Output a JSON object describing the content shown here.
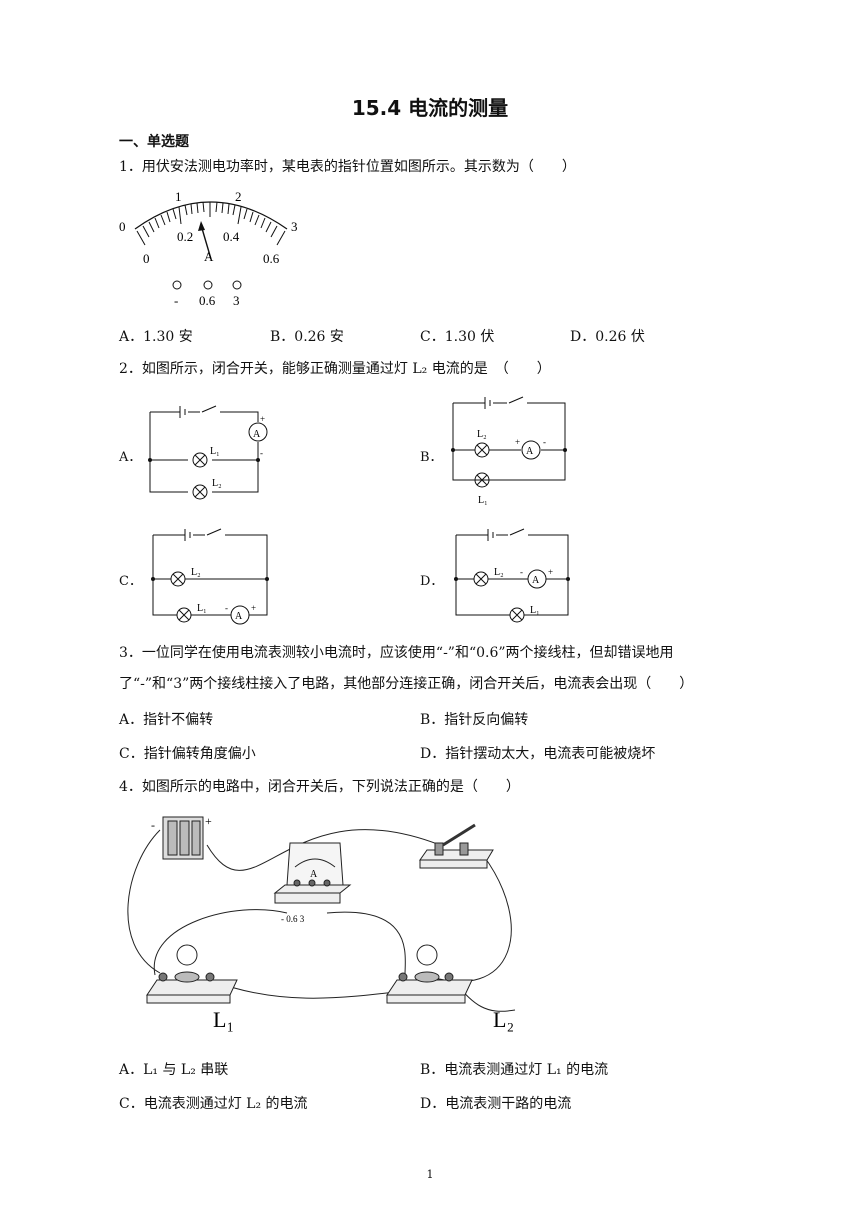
{
  "title": "15.4 电流的测量",
  "section": "一、单选题",
  "q1": {
    "text": "1．用伏安法测电功率时，某电表的指针位置如图所示。其示数为（　　）",
    "meter": {
      "top_scale": [
        "0",
        "1",
        "2",
        "3"
      ],
      "bottom_scale": [
        "0",
        "0.2",
        "0.4",
        "0.6"
      ],
      "unit": "A",
      "terminals": [
        "-",
        "0.6",
        "3"
      ]
    },
    "options": [
      "A．1.30 安",
      "B．0.26 安",
      "C．1.30 伏",
      "D．0.26 伏"
    ]
  },
  "q2": {
    "text": "2．如图所示，闭合开关，能够正确测量通过灯 L₂ 电流的是　（　　）",
    "labels": [
      "A．",
      "B．",
      "C．",
      "D．"
    ],
    "meter_symbol": "A",
    "lamp1": "L₁",
    "lamp2": "L₂"
  },
  "q3": {
    "line1": "3．一位同学在使用电流表测较小电流时，应该使用“-”和“0.6”两个接线柱，但却错误地用",
    "line2": "了“-”和“3”两个接线柱接入了电路，其他部分连接正确，闭合开关后，电流表会出现（　　）",
    "options": [
      "A．指针不偏转",
      "B．指针反向偏转",
      "C．指针偏转角度偏小",
      "D．指针摆动太大，电流表可能被烧坏"
    ]
  },
  "q4": {
    "text": "4．如图所示的电路中，闭合开关后，下列说法正确的是（　　）",
    "figure": {
      "lamp1": "L₁",
      "lamp2": "L₂",
      "meter_unit": "A",
      "meter_terminals": "-  0.6  3",
      "battery_neg": "-",
      "battery_pos": "+"
    },
    "options": [
      "A．L₁ 与 L₂ 串联",
      "B．电流表测通过灯 L₁ 的电流",
      "C．电流表测通过灯 L₂ 的电流",
      "D．电流表测干路的电流"
    ]
  },
  "page_number": "1"
}
